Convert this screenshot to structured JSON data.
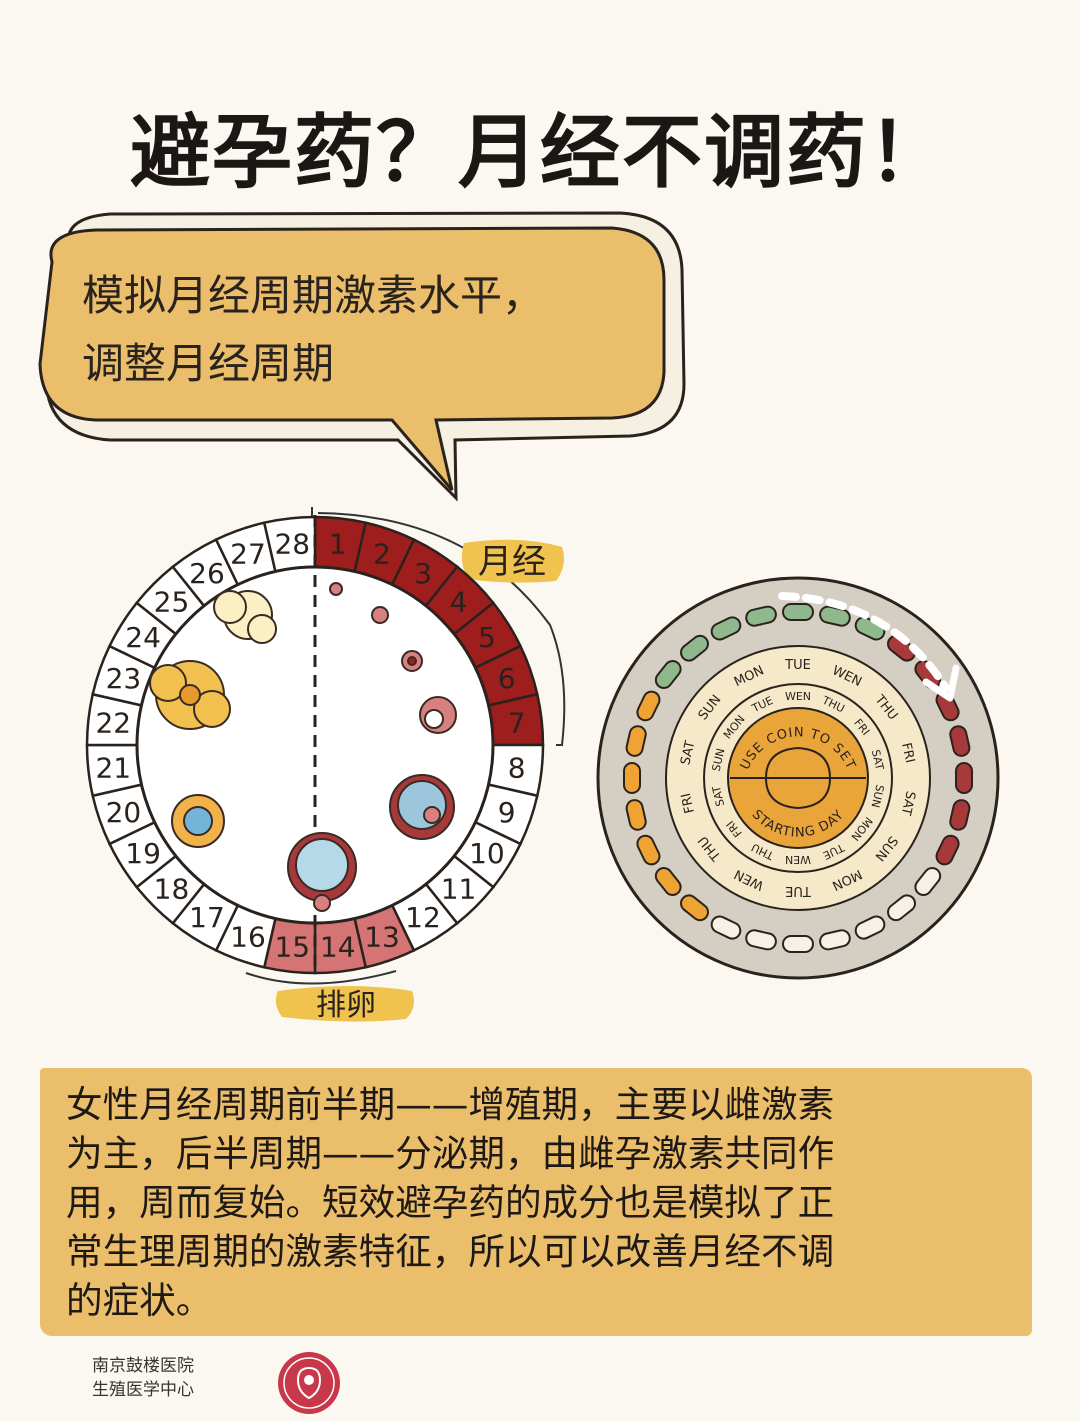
{
  "title": "避孕药？月经不调药！",
  "bubble": {
    "line1": "模拟月经周期激素水平，",
    "line2": "调整月经周期"
  },
  "cycle": {
    "days": [
      "1",
      "2",
      "3",
      "4",
      "5",
      "6",
      "7",
      "8",
      "9",
      "10",
      "11",
      "12",
      "13",
      "14",
      "15",
      "16",
      "17",
      "18",
      "19",
      "20",
      "21",
      "22",
      "23",
      "24",
      "25",
      "26",
      "27",
      "28"
    ],
    "menstruation_label": "月经",
    "ovulation_label": "排卵",
    "colors": {
      "menstruation": "#9e1d1d",
      "ovulation": "#d47474",
      "ring": "#ffffff",
      "highlight": "#f0c24e"
    }
  },
  "pill_pack": {
    "dial_top": "USE COIN TO SET",
    "dial_bottom": "STARTING DAY",
    "outer_days": [
      "SAT",
      "SUN",
      "MON",
      "TUE",
      "WEN",
      "THU",
      "FRI",
      "SAT",
      "SUN",
      "MON",
      "TUE",
      "WEN",
      "THU",
      "FRI"
    ],
    "inner_days": [
      "SUN",
      "MON",
      "TUE",
      "WEN",
      "THU",
      "FRI",
      "SAT",
      "SUN",
      "MON",
      "TUE",
      "WEN",
      "THU",
      "FRI",
      "SAT"
    ],
    "colors": {
      "green": "#8fb98c",
      "red": "#a8393b",
      "white": "#f6f1e6",
      "orange": "#efa335",
      "dial": "#e9a43a",
      "plate": "#d5cec2"
    }
  },
  "info": {
    "line1": "女性月经周期前半期——增殖期，主要以雌激素",
    "line2": "为主，后半周期——分泌期，由雌孕激素共同作",
    "line3": "用，周而复始。短效避孕药的成分也是模拟了正",
    "line4": "常生理周期的激素特征，所以可以改善月经不调",
    "line5": "的症状。"
  },
  "footer": {
    "line1": "南京鼓楼医院",
    "line2": "生殖医学中心",
    "logo_icon": "hospital-logo-icon",
    "logo_color": "#c9374a"
  }
}
